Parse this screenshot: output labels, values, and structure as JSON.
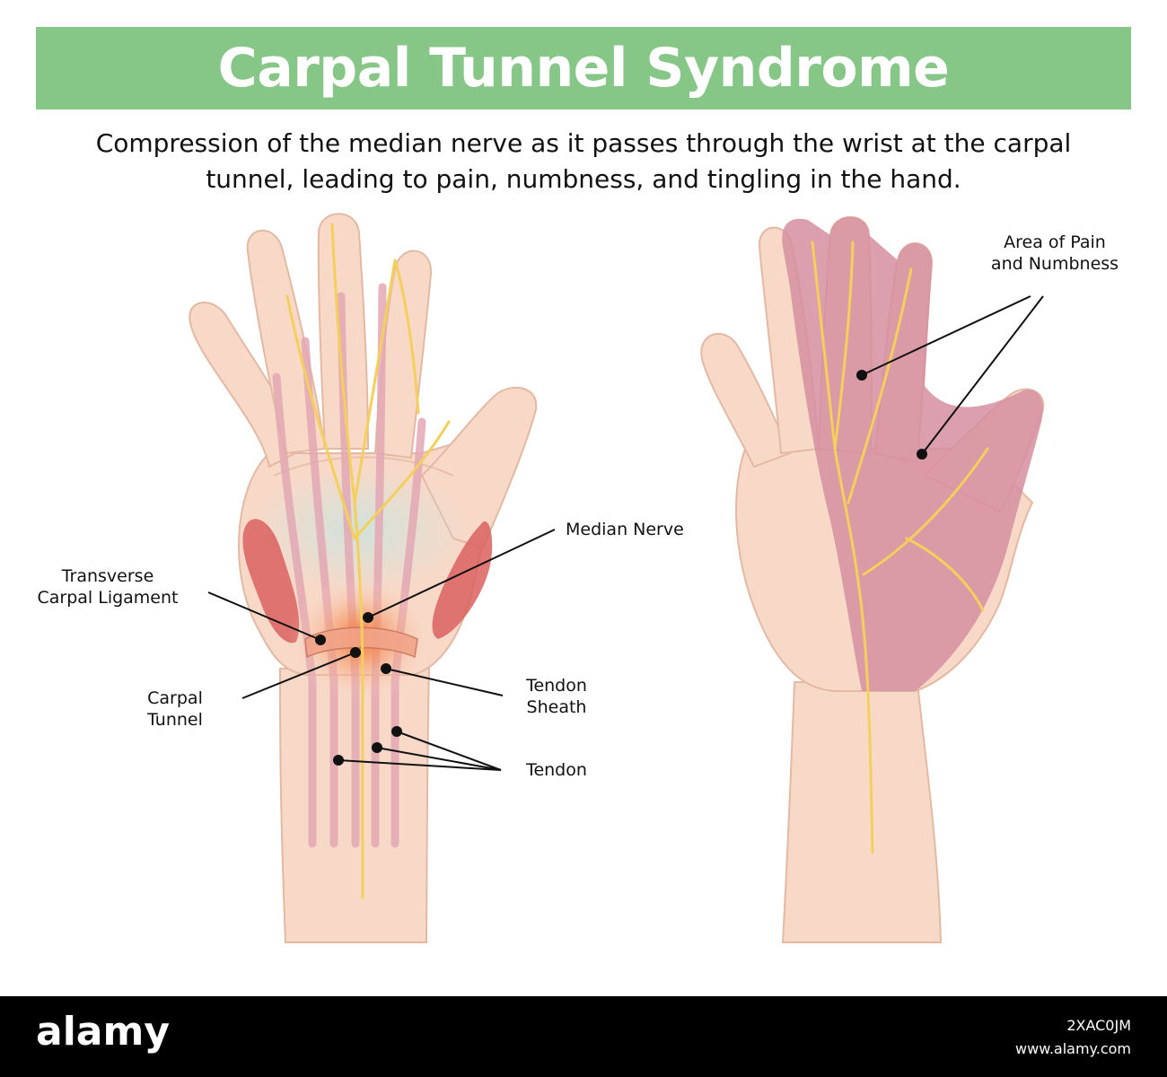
{
  "title": "Carpal Tunnel Syndrome",
  "subtitle": {
    "line1": "Compression of the median nerve as it passes through the wrist at the carpal",
    "line2": "tunnel, leading to pain, numbness, and tingling in the hand."
  },
  "labels": {
    "median_nerve": "Median Nerve",
    "transverse_ligament_line1": "Transverse",
    "transverse_ligament_line2": "Carpal Ligament",
    "carpal_tunnel_line1": "Carpal",
    "carpal_tunnel_line2": "Tunnel",
    "tendon_sheath_line1": "Tendon",
    "tendon_sheath_line2": "Sheath",
    "tendon": "Tendon",
    "pain_area_line1": "Area of Pain",
    "pain_area_line2": "and Numbness"
  },
  "footer": {
    "logo": "alamy",
    "image_id": "2XAC0JM",
    "site": "www.alamy.com"
  },
  "colors": {
    "banner": "#86c687",
    "skin": "#f8d9c8",
    "skin_outline": "#e3b9a4",
    "nerve": "#f4cf5c",
    "tendon": "#e3a8b4",
    "pain_area": "#d58ea0",
    "inflammation": "#f07a3a"
  }
}
